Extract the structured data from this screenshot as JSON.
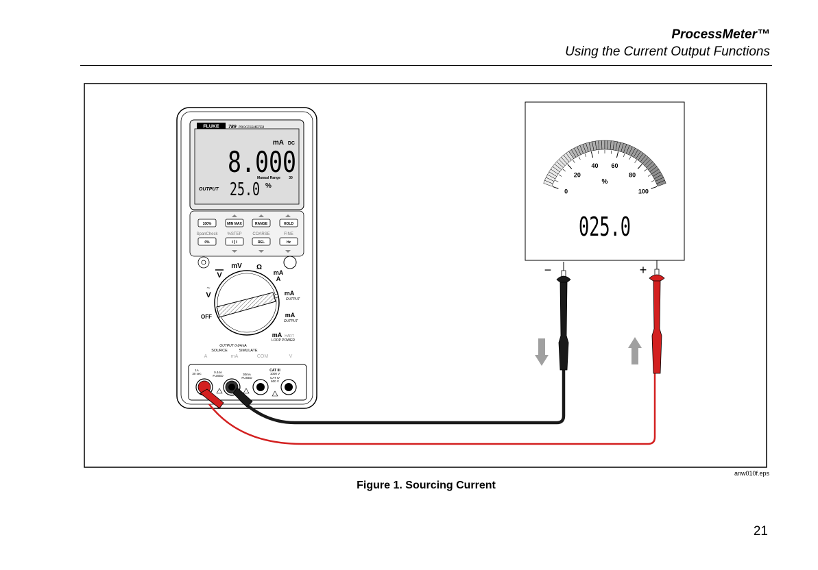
{
  "header": {
    "title": "ProcessMeter™",
    "subtitle": "Using the Current Output Functions"
  },
  "meter": {
    "brand": "FLUKE",
    "model": "789",
    "model_name": "PROCESSMETER",
    "display": {
      "main_value": "8.000",
      "main_unit": "mA",
      "mode": "DC",
      "range_label": "Manual Range",
      "range_value": "30",
      "output_label": "OUTPUT",
      "percent_value": "25.0",
      "percent_unit": "%"
    },
    "buttons_row1": [
      "100%",
      "MIN MAX",
      "RANGE",
      "HOLD"
    ],
    "labels_row2": [
      "SpanCheck",
      "%STEP",
      "COARSE",
      "FINE"
    ],
    "buttons_row2": [
      "0%",
      "",
      "REL",
      "Hz"
    ],
    "dial": {
      "v_ac": "V",
      "v_dc": "V",
      "mv": "mV",
      "ohm": "Ω",
      "ma_a": "mA",
      "a": "A",
      "ma_output": "mA",
      "output_1": "OUTPUT",
      "ma_output2": "mA",
      "output_2": "OUTPUT",
      "ma_loop": "mA",
      "hart": "HART",
      "loop_power": "LOOP POWER",
      "off": "OFF",
      "output_range": "OUTPUT 0-24mA",
      "source": "SOURCE",
      "simulate": "SIMULATE",
      "jack_a": "A",
      "jack_ma": "mA",
      "jack_com": "COM",
      "jack_v": "V"
    },
    "jacks": {
      "j1_line1": "1A",
      "j1_line2": "30 sec",
      "j2_line1": "0.44A",
      "j2_line2": "FUSED",
      "j3_line1": "30mA",
      "j3_line2": "FUSED",
      "cat3": "CAT III",
      "v1000": "1000 V",
      "cat4": "CAT IV",
      "v600": "600 V"
    }
  },
  "gauge": {
    "value_percent": 25.0,
    "scale_min": 0,
    "scale_max": 100,
    "tick_labels": [
      "0",
      "20",
      "40",
      "60",
      "80",
      "100"
    ],
    "unit": "%",
    "digital_readout": "025.0",
    "terminal_minus": "−",
    "terminal_plus": "+"
  },
  "figure_tag": "anw010f.eps",
  "caption": "Figure 1. Sourcing Current",
  "page_number": "21",
  "colors": {
    "red_lead": "#d32020",
    "black_lead": "#1a1a1a",
    "arrow_gray": "#a0a0a0"
  }
}
